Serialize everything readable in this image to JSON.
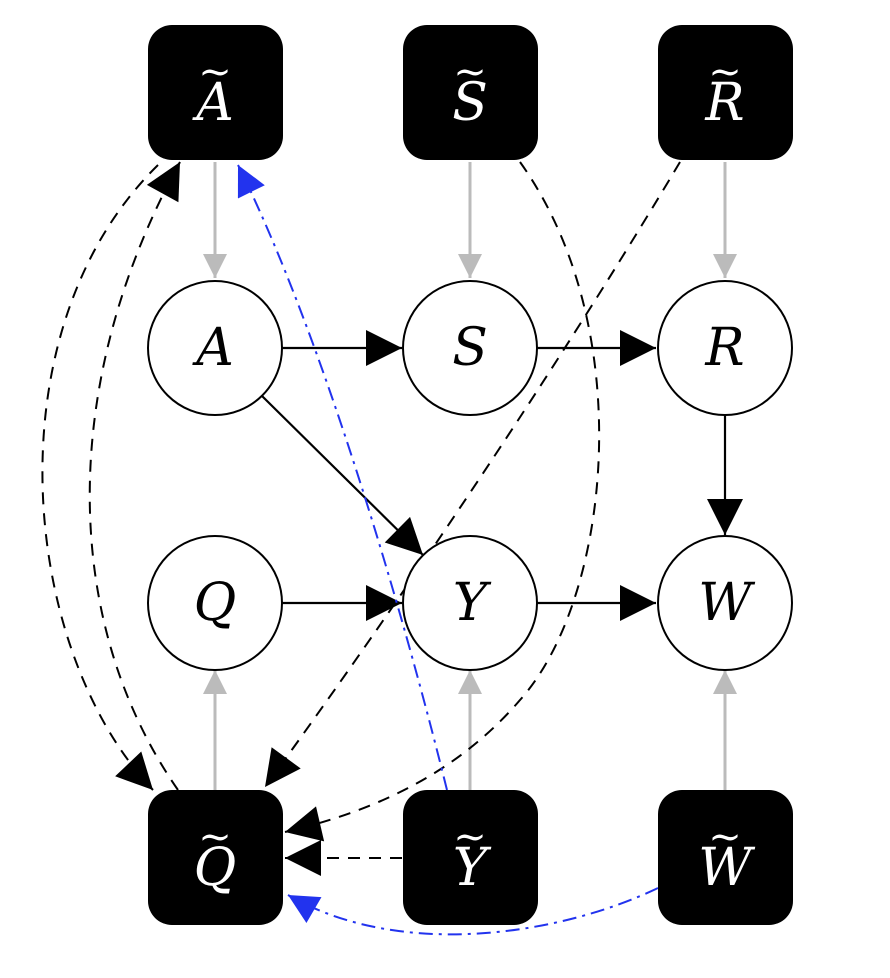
{
  "nodes": {
    "A_tilde": {
      "label": "A",
      "tilde": "~"
    },
    "S_tilde": {
      "label": "S",
      "tilde": "~"
    },
    "R_tilde": {
      "label": "R",
      "tilde": "~"
    },
    "A": {
      "label": "A"
    },
    "S": {
      "label": "S"
    },
    "R": {
      "label": "R"
    },
    "Q": {
      "label": "Q"
    },
    "Y": {
      "label": "Y"
    },
    "W": {
      "label": "W"
    },
    "Q_tilde": {
      "label": "Q",
      "tilde": "~"
    },
    "Y_tilde": {
      "label": "Y",
      "tilde": "~"
    },
    "W_tilde": {
      "label": "W",
      "tilde": "~"
    }
  },
  "colors": {
    "solid": "#000000",
    "observed": "#bbbbbb",
    "dashed": "#000000",
    "dashdot": "#2233ee"
  }
}
